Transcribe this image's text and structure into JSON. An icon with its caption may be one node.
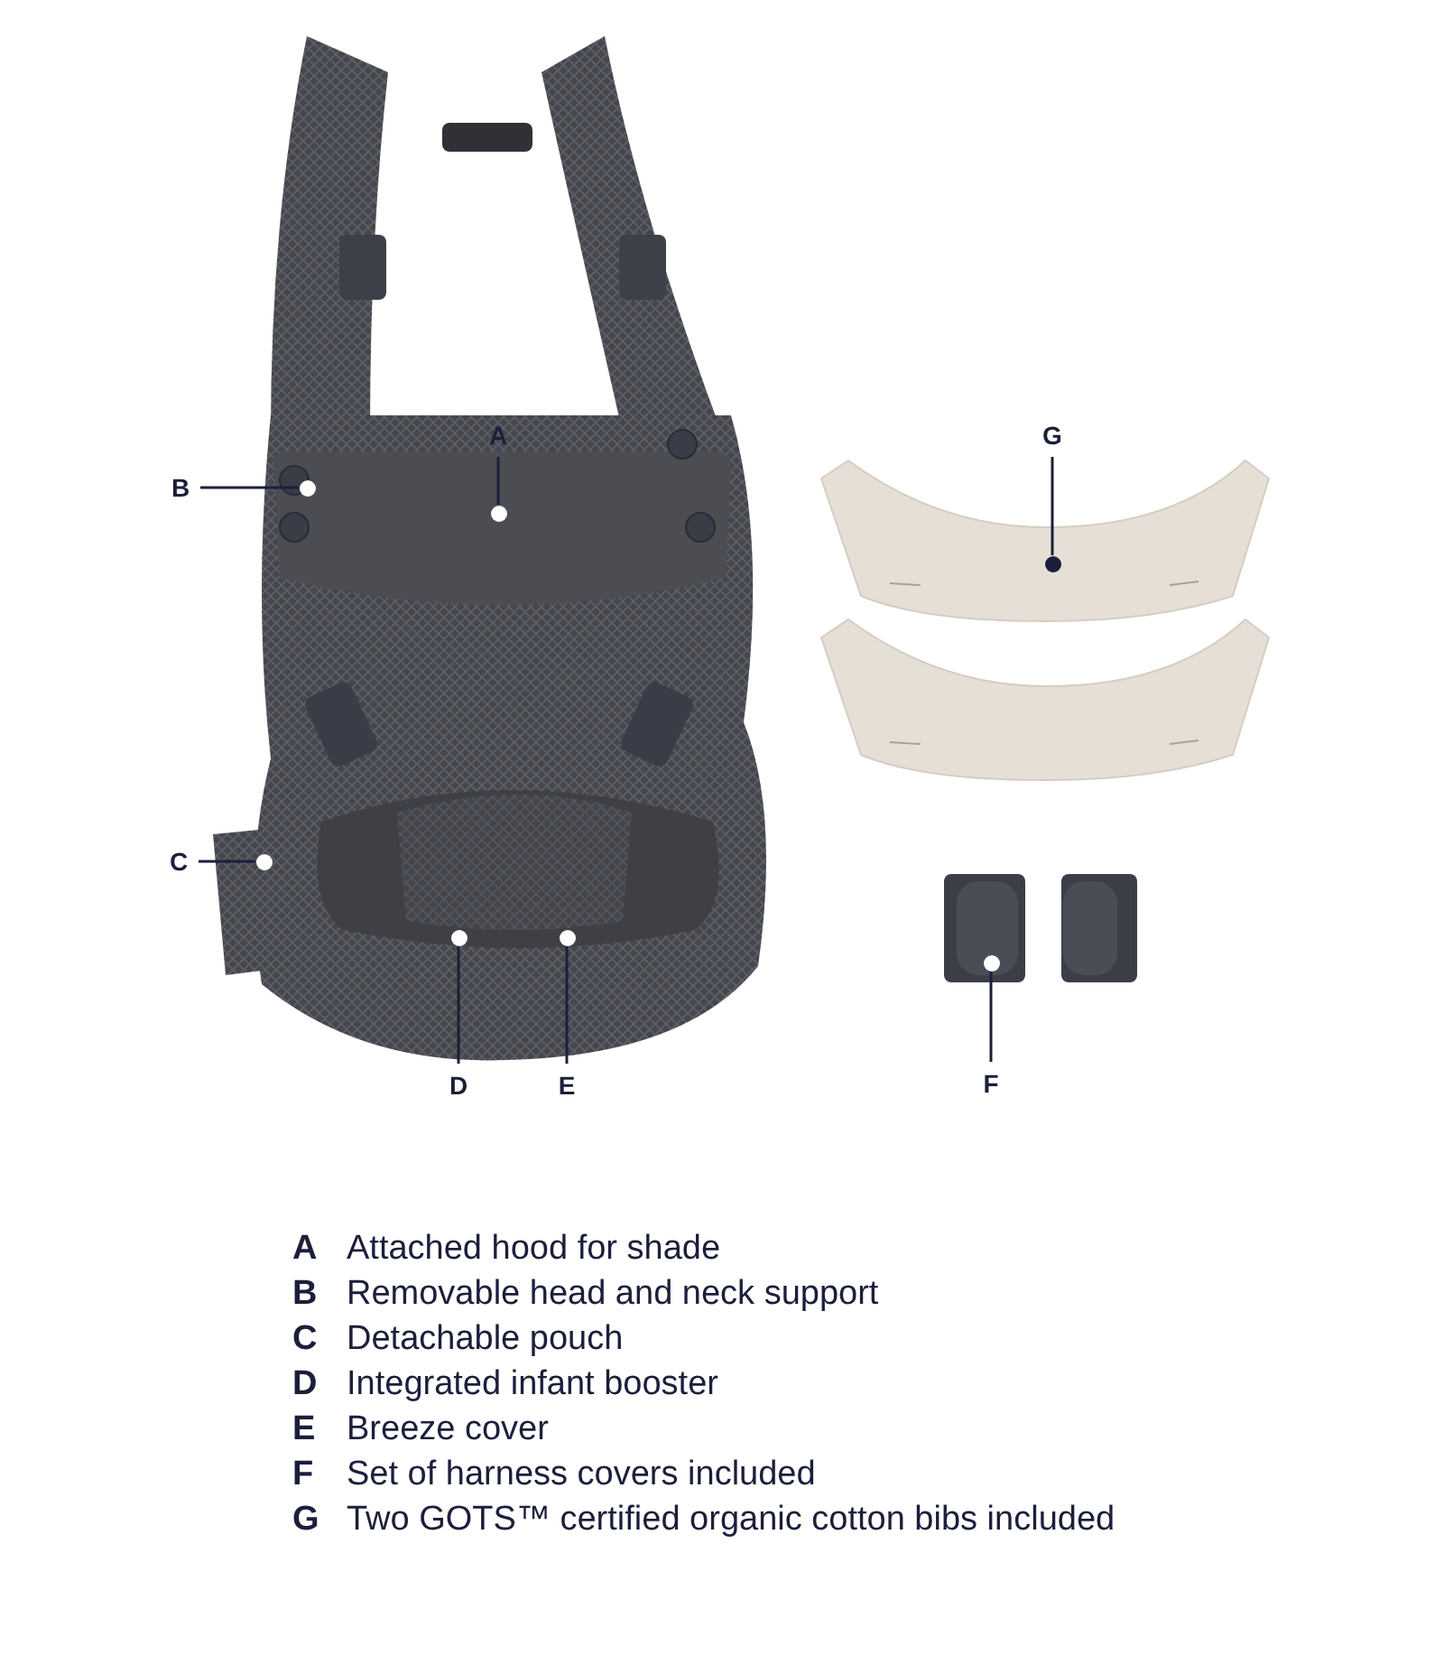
{
  "diagram": {
    "nodes": [
      {
        "text": [
          "A"
        ]
      },
      {
        "text": [
          "B"
        ]
      },
      {
        "text": [
          "G"
        ]
      },
      {
        "text": [
          "C"
        ]
      },
      {
        "text": [
          "D"
        ]
      },
      {
        "text": [
          "E"
        ]
      },
      {
        "text": [
          "F"
        ]
      },
      {
        "text": [],
        "shape": "circle"
      },
      {
        "text": [],
        "shape": "circle"
      },
      {
        "text": [],
        "shape": "circle"
      },
      {
        "text": [],
        "shape": "circle"
      },
      {
        "text": [],
        "shape": "circle"
      },
      {
        "text": [],
        "shape": "circle"
      },
      {
        "text": [],
        "shape": "circle"
      }
    ],
    "edges": [
      {
        "from": 0,
        "to": 7,
        "arrow": "none"
      },
      {
        "from": 1,
        "to": 8,
        "arrow": "none"
      },
      {
        "from": 2,
        "to": 9,
        "arrow": "none"
      },
      {
        "from": 3,
        "to": 10,
        "arrow": "none"
      },
      {
        "from": 4,
        "to": 11,
        "arrow": "none"
      },
      {
        "from": 5,
        "to": 12,
        "arrow": "none"
      },
      {
        "from": 6,
        "to": 13,
        "arrow": "none"
      }
    ],
    "labels": [
      "A",
      "Attached hood for shade",
      "B",
      "Removable head and neck support",
      "C",
      "Detachable pouch",
      "D",
      "Integrated infant booster",
      "E",
      "Breeze cover",
      "F",
      "Set of harness covers included",
      "G",
      "Two GOTS™ certified organic cotton bibs included"
    ]
  }
}
